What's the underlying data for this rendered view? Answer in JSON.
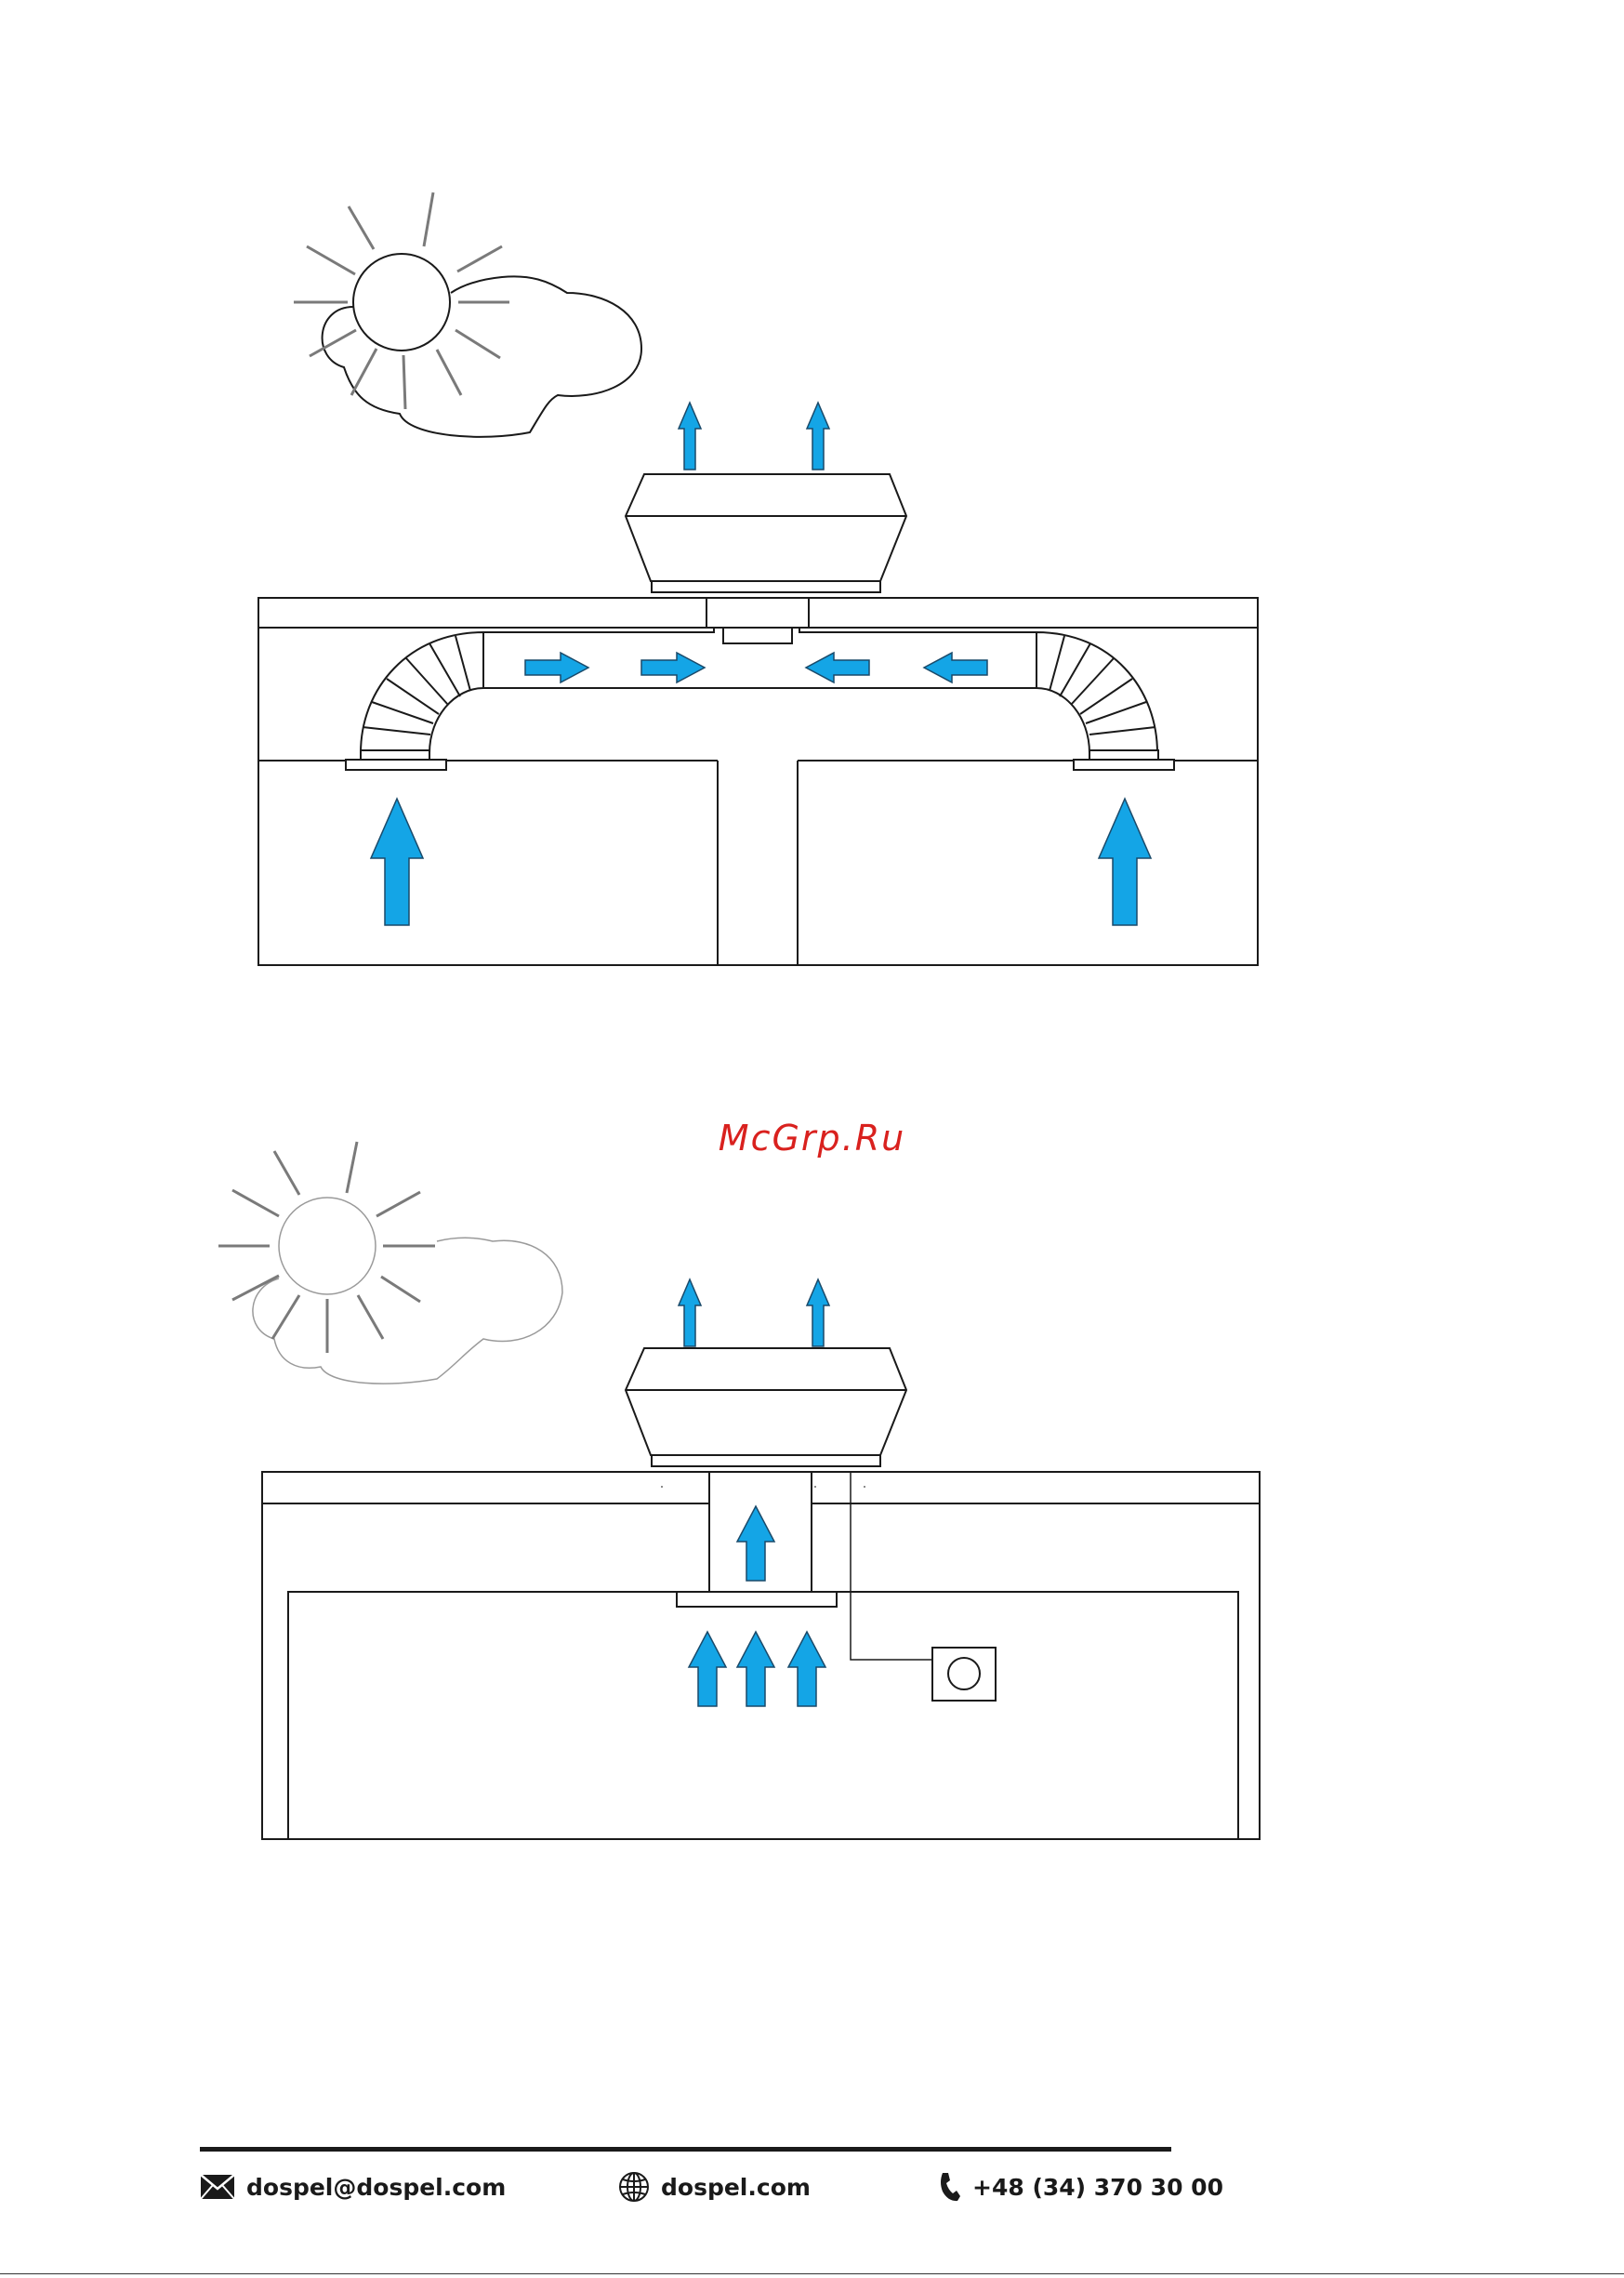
{
  "watermark": {
    "text": "McGrp.Ru",
    "color": "#d9211e"
  },
  "colors": {
    "arrow_fill": "#14a5e6",
    "arrow_stroke": "#1a4a6a",
    "line": "#1a1a1a",
    "sun_ray": "#7a7a7a",
    "cloud_light": "#9a9a9a"
  },
  "footer": {
    "email": {
      "icon": "envelope-icon",
      "text": "dospel@dospel.com"
    },
    "website": {
      "icon": "globe-icon",
      "text": "dospel.com"
    },
    "phone": {
      "icon": "phone-icon",
      "text": "+48 (34) 370 30 00"
    }
  }
}
